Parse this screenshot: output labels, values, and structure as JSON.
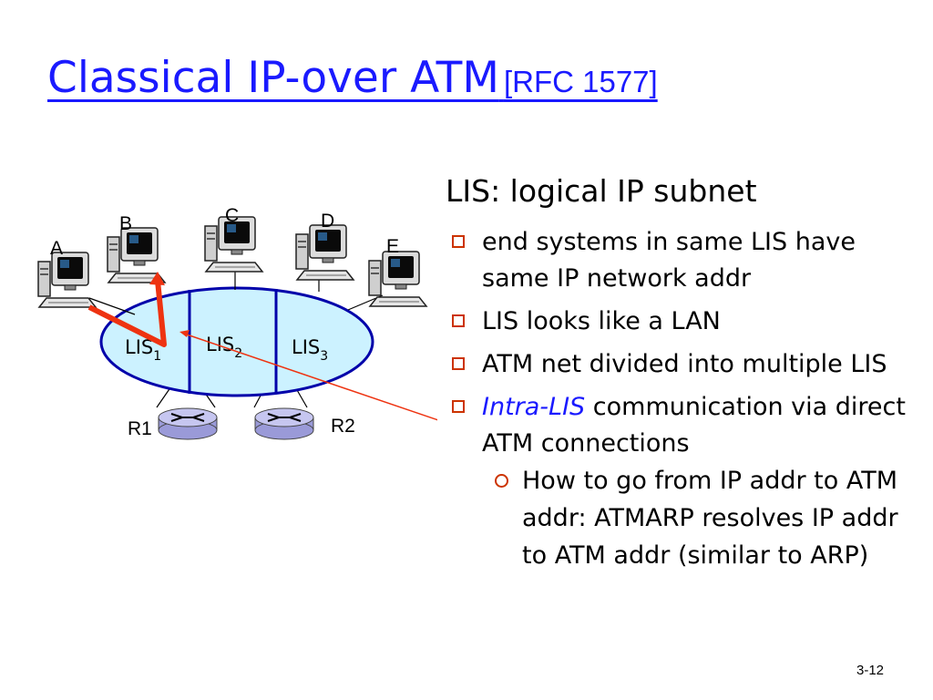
{
  "title": {
    "main": "Classical IP-over ATM",
    "ref": "[RFC 1577]"
  },
  "heading": "LIS: logical IP subnet",
  "bullets": [
    {
      "text": "end systems in same LIS have same IP network addr"
    },
    {
      "text": "LIS looks like a LAN"
    },
    {
      "text": "ATM net divided into multiple LIS"
    },
    {
      "em": "Intra-LIS",
      "text": " communication via direct ATM connections"
    }
  ],
  "sub_bullets": [
    {
      "text": "How to go from IP addr to ATM addr: ATMARP resolves IP addr to ATM addr (similar to ARP)"
    }
  ],
  "diagram": {
    "hosts": [
      "A",
      "B",
      "C",
      "D",
      "E"
    ],
    "subnets": [
      {
        "base": "LIS",
        "sub": "1"
      },
      {
        "base": "LIS",
        "sub": "2"
      },
      {
        "base": "LIS",
        "sub": "3"
      }
    ],
    "routers": [
      "R1",
      "R2"
    ],
    "colors": {
      "cloud_fill": "#ccf2ff",
      "cloud_stroke": "#0000aa",
      "path": "#ee3311",
      "router": "#b7b7e8"
    }
  },
  "slide_number": "3-12"
}
